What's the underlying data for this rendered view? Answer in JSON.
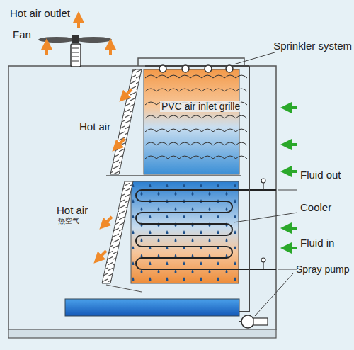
{
  "diagram": {
    "labels": [
      "Hot air outlet",
      "Fan",
      "Sprinkler system",
      "Hot air",
      "PVC air inlet grille",
      "Fluid out",
      "Hot air",
      "热空气",
      "Cooler",
      "Fluid in",
      "Spray pump"
    ]
  }
}
